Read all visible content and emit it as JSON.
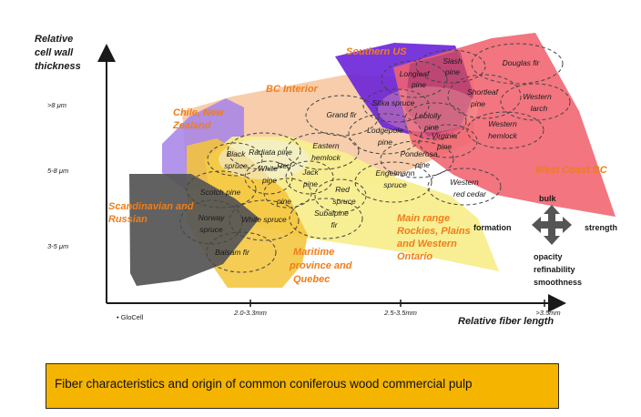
{
  "axes": {
    "y_title": [
      "Relative",
      "cell wall",
      "thickness"
    ],
    "x_title": "Relative fiber length",
    "y_ticks": [
      ">8 μm",
      "5-8 μm",
      "3-5 μm"
    ],
    "x_ticks": [
      "2.0-3.3mm",
      "2.5-3.5mm",
      ">3.5mm"
    ]
  },
  "brand": "GloCell",
  "regions": {
    "southern_us": "Southern US",
    "bc_interior": "BC Interior",
    "chile_nz": [
      "Chile, New",
      "Zealand"
    ],
    "west_coast_bc": "West Coast BC",
    "scandinavian": [
      "Scandinavian and",
      "Russian"
    ],
    "main_range": [
      "Main range",
      "Rockies, Plains",
      "and Western",
      "Ontario"
    ],
    "maritime": [
      "Maritime",
      "province and",
      "Quebec"
    ]
  },
  "species": {
    "slash_pine": [
      "Slash",
      "pine"
    ],
    "douglas_fir": "Douglas fir",
    "longleaf_pine": [
      "Longleaf",
      "pine"
    ],
    "shortleaf_pine": [
      "Shortleaf",
      "pine"
    ],
    "western_larch": [
      "Western",
      "larch"
    ],
    "sitka_spruce": "Sitka spruce",
    "loblolly": [
      "Loblolly",
      "pine"
    ],
    "virginia_pine": [
      "Virginia",
      "pine"
    ],
    "western_hemlock": [
      "Western",
      "hemlock"
    ],
    "grand_fir": "Grand fir",
    "lodgepole_pine": [
      "Lodgepole",
      "pine"
    ],
    "ponderosa_pine": [
      "Ponderosa",
      "pine"
    ],
    "eastern_hemlock": [
      "Eastern",
      "hemlock"
    ],
    "radiata_pine": "Radiata pine",
    "black_spruce": [
      "Black",
      "spruce"
    ],
    "white_pine": [
      "White",
      "pine"
    ],
    "red_pine": [
      "Red",
      "pine"
    ],
    "jack_pine": [
      "Jack",
      "pine"
    ],
    "red_spruce": [
      "Red",
      "spruce"
    ],
    "engelmann_spruce": [
      "Engelmann",
      "spruce"
    ],
    "western_red_cedar": [
      "Western",
      "red cedar"
    ],
    "scotch_pine": "Scotch pine",
    "norway_spruce": [
      "Norway",
      "spruce"
    ],
    "white_spruce": "White spruce",
    "subalpine_fir": [
      "Subalpine",
      "fir"
    ],
    "balsam_fir": "Balsam fir"
  },
  "properties": {
    "bulk": "bulk",
    "strength": "strength",
    "formation": "formation",
    "bottom": [
      "opacity",
      "refinability",
      "smoothness"
    ]
  },
  "caption": "Fiber characteristics and origin of common coniferous wood commercial pulp",
  "colors": {
    "orange_text": "#f07d1a",
    "axis": "#1a1a1a",
    "southern_us": "#6a22d8",
    "west_coast_bc": "#f0626e",
    "bc_interior": "#f6c8a2",
    "main_range": "#f8ee8e",
    "maritime": "#f4c53c",
    "scandinavian": "#5a5a5a",
    "caption_bg": "#f4b400"
  }
}
